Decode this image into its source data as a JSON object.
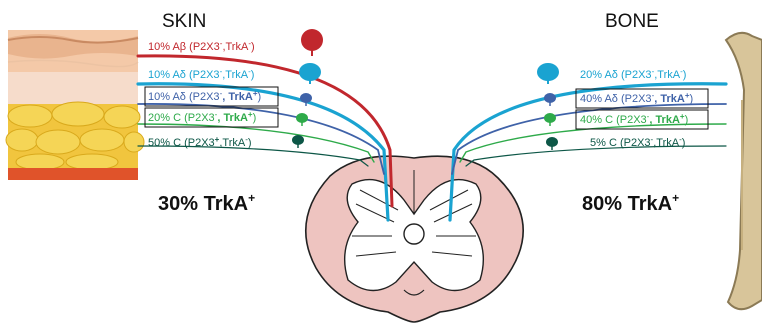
{
  "headers": {
    "skin": "SKIN",
    "bone": "BONE"
  },
  "totals": {
    "skin": {
      "percent": "30% TrkA",
      "sup": "+"
    },
    "bone": {
      "percent": "80% TrkA",
      "sup": "+"
    }
  },
  "skin_fibers": [
    {
      "id": "abeta",
      "pct": "10% Aβ (P2X3",
      "s1": "-",
      "mid": ",TrkA",
      "s2": "-",
      "end": ")",
      "color": "#c1272d"
    },
    {
      "id": "adelta1",
      "pct": "10% Aδ (P2X3",
      "s1": "-",
      "mid": ",TrkA",
      "s2": "-",
      "end": ")",
      "color": "#1aa3d1"
    },
    {
      "id": "adelta2",
      "pct": "10% Aδ (P2X3",
      "s1": "-",
      "mid": ", TrkA",
      "s2": "+",
      "end": ")",
      "color": "#3f62a8"
    },
    {
      "id": "c1",
      "pct": "20% C (P2X3",
      "s1": "-",
      "mid": ", TrkA",
      "s2": "+",
      "end": ")",
      "color": "#2eaa4a"
    },
    {
      "id": "c2",
      "pct": "50% C (P2X3",
      "s1": "+",
      "mid": ",TrkA",
      "s2": "-",
      "end": ")",
      "color": "#0d5747"
    }
  ],
  "bone_fibers": [
    {
      "id": "adelta1",
      "pct": "20% Aδ (P2X3",
      "s1": "-",
      "mid": ",TrkA",
      "s2": "-",
      "end": ")",
      "color": "#1aa3d1"
    },
    {
      "id": "adelta2",
      "pct": "40% Aδ (P2X3",
      "s1": "-",
      "mid": ", TrkA",
      "s2": "+",
      "end": ")",
      "color": "#3f62a8"
    },
    {
      "id": "c1",
      "pct": "40% C (P2X3",
      "s1": "-",
      "mid": ", TrkA",
      "s2": "+",
      "end": ")",
      "color": "#2eaa4a"
    },
    {
      "id": "c2",
      "pct": "5% C (P2X3",
      "s1": "-",
      "mid": ",TrkA",
      "s2": "-",
      "end": ")",
      "color": "#0d5747"
    }
  ]
}
